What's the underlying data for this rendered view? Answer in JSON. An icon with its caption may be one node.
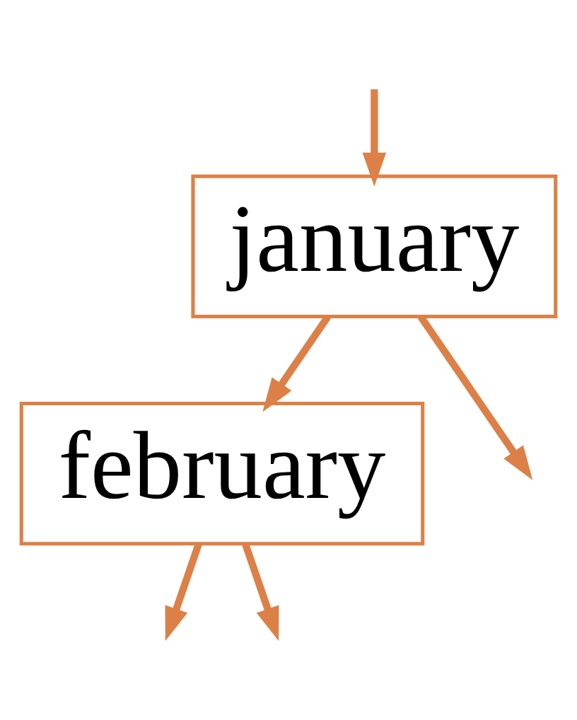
{
  "diagram": {
    "nodes": [
      {
        "text": [
          "january"
        ]
      },
      {
        "text": [
          "february"
        ]
      }
    ],
    "edges": [
      {
        "from": 0,
        "to": null,
        "arrow": "to"
      },
      {
        "from": 0,
        "to": 1,
        "arrow": "to"
      },
      {
        "from": null,
        "to": 0,
        "arrow": "to"
      },
      {
        "from": 1,
        "to": null,
        "arrow": "to"
      },
      {
        "from": 1,
        "to": null,
        "arrow": "to"
      }
    ]
  }
}
